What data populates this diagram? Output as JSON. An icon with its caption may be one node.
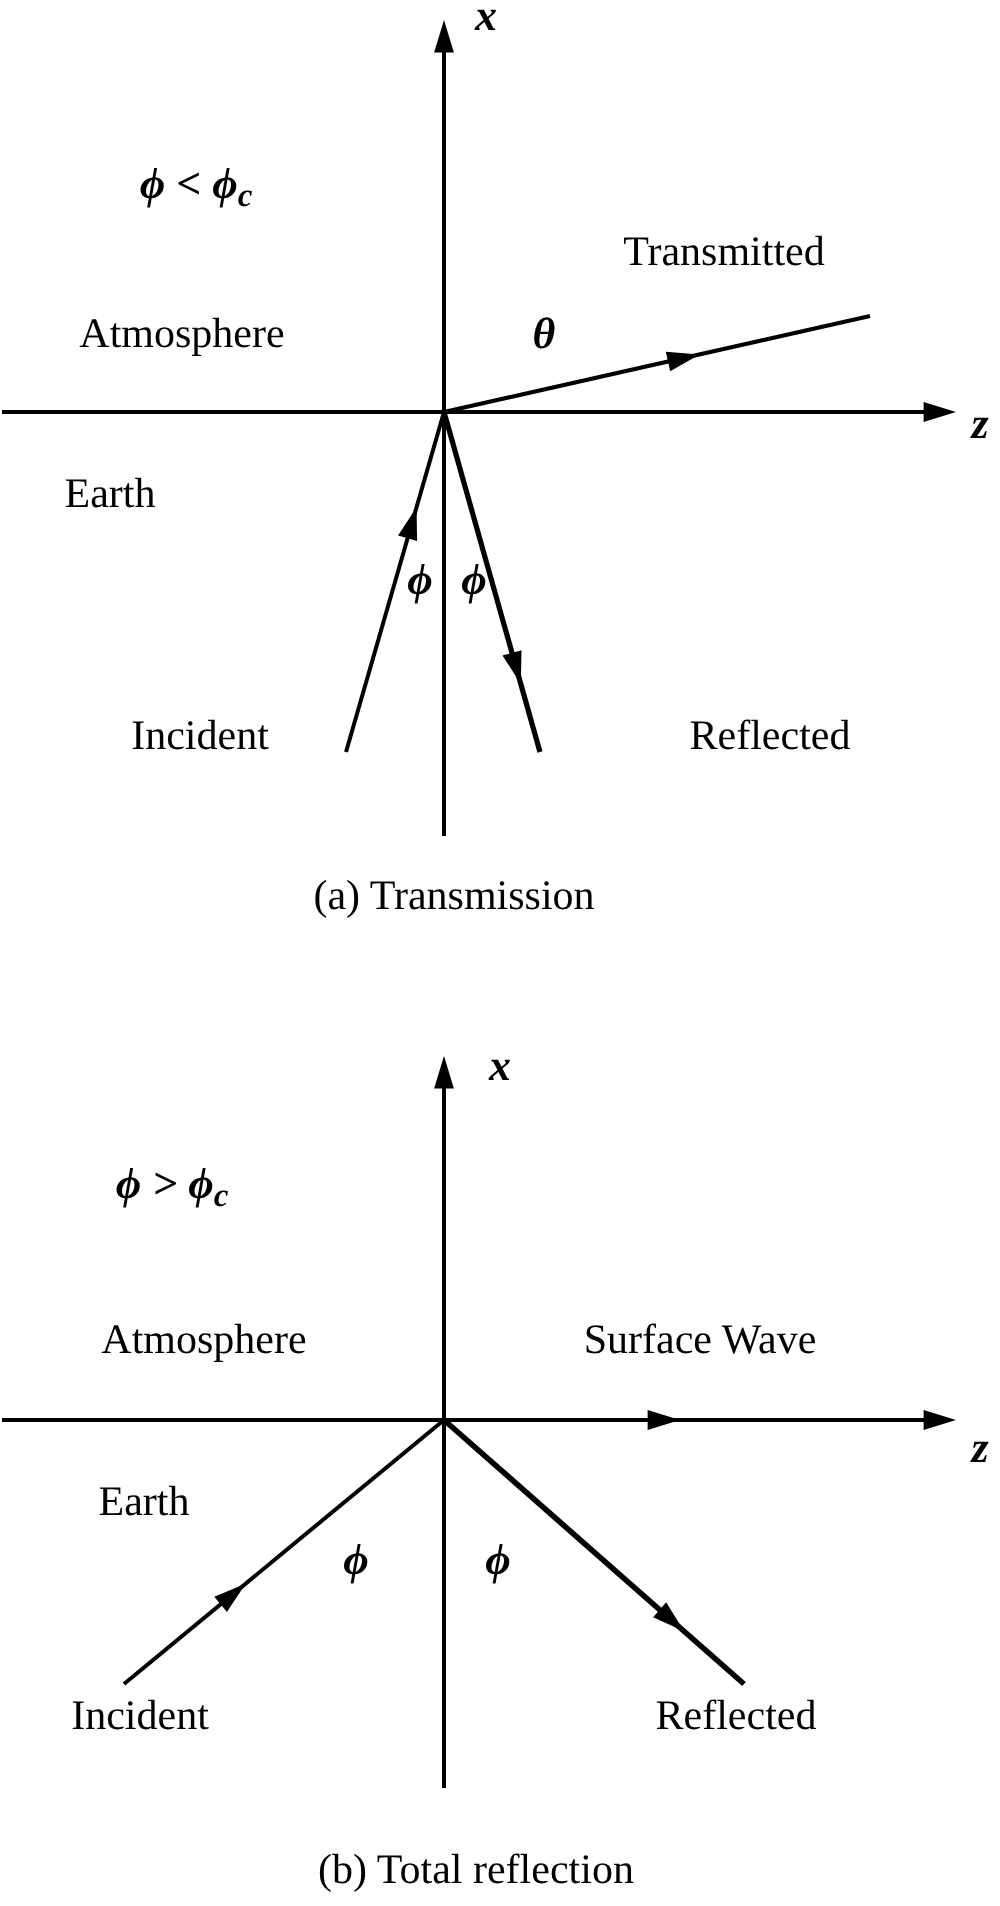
{
  "diagram": {
    "labels": [
      "x",
      "ϕ < ϕ$_{c}$",
      "Transmitted",
      "Atmosphere",
      "θ",
      "z",
      "Earth",
      "ϕ",
      "ϕ",
      "Incident",
      "Reflected",
      "(a) Transmission",
      "x",
      "ϕ > ϕ$_{c}$",
      "Atmosphere",
      "Surface Wave",
      "z",
      "Earth",
      "ϕ",
      "ϕ",
      "Incident",
      "Reflected",
      "(b) Total reflection"
    ]
  }
}
